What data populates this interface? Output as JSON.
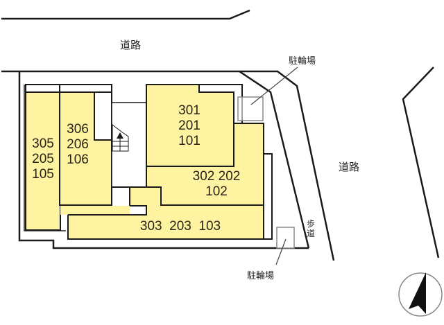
{
  "roads": {
    "north_label": "道路",
    "east_label": "道路",
    "sidewalk_label_top": "歩",
    "sidewalk_label_bottom": "道"
  },
  "bicycle_parking": {
    "north_label": "駐輪場",
    "south_label": "駐輪場"
  },
  "units": {
    "west_block": {
      "lines": [
        "305",
        "205",
        "105"
      ]
    },
    "west_inner_block": {
      "lines": [
        "306",
        "206",
        "106"
      ]
    },
    "north_block": {
      "lines": [
        "301",
        "201",
        "101"
      ]
    },
    "east_block": {
      "line1": "302  202",
      "line2": "102"
    },
    "south_block": {
      "line1": "303  203  103"
    }
  },
  "compass": {
    "icon": "north-arrow-icon"
  },
  "stairs": {
    "icon": "stairs-up-arrow-icon"
  },
  "colors": {
    "unit_fill": "#fdf3a0",
    "line": "#1a1a1a",
    "bike_parking_stroke": "#888888",
    "background": "#ffffff"
  }
}
